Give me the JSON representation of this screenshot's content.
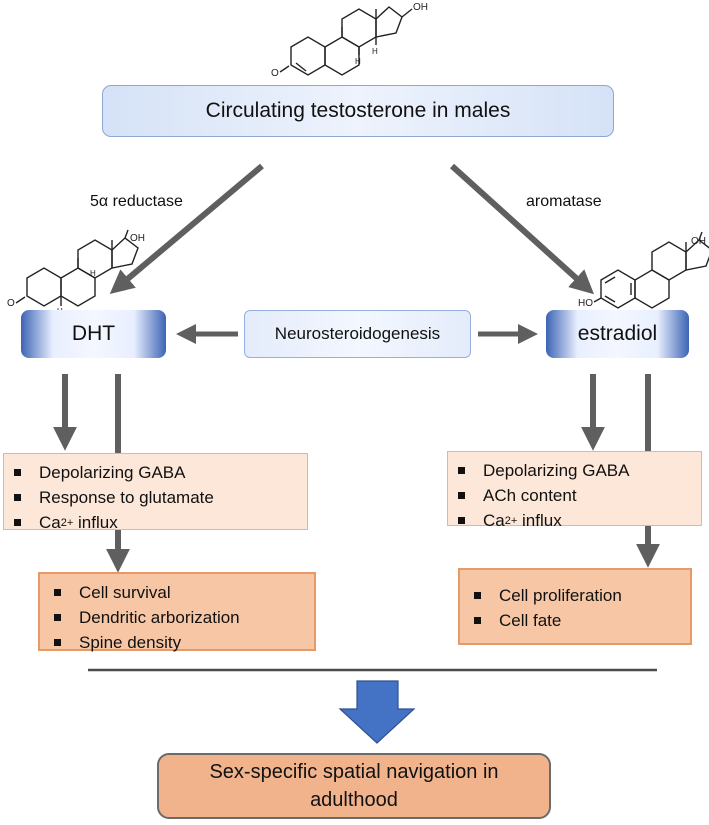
{
  "top_box": {
    "label": "Circulating testosterone in males"
  },
  "enzymes": {
    "left": "5α reductase",
    "right": "aromatase"
  },
  "dht": {
    "label": "DHT"
  },
  "estradiol": {
    "label": "estradiol"
  },
  "neuro": {
    "label": "Neurosteroidogenesis"
  },
  "molecules": {
    "oh": "OH",
    "o": "O",
    "ho": "HO",
    "h": "H"
  },
  "dht_effects_1": {
    "items": [
      "Depolarizing GABA",
      "Response to glutamate",
      "Ca",
      "influx"
    ],
    "ca_sup": "2+"
  },
  "dht_effects_2": {
    "items": [
      "Cell survival",
      "Dendritic arborization",
      "Spine density"
    ]
  },
  "e2_effects_1": {
    "items": [
      "Depolarizing GABA",
      "ACh content",
      "Ca",
      "influx"
    ],
    "ca_sup": "2+"
  },
  "e2_effects_2": {
    "items": [
      "Cell proliferation",
      "Cell fate"
    ]
  },
  "outcome": {
    "label": "Sex-specific spatial navigation in adulthood"
  },
  "colors": {
    "arrow_gray": "#5f5f5f",
    "big_arrow_blue": "#4472c4",
    "box_peach_light": "#fde7d8",
    "box_peach_dark": "#f7c7a5",
    "outcome_fill": "#f1b38c"
  }
}
